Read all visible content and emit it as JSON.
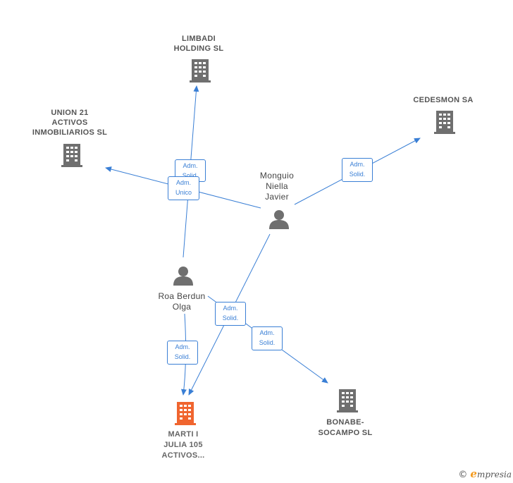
{
  "nodes": {
    "limbadi": {
      "label": "LIMBADI\nHOLDING  SL",
      "type": "company"
    },
    "union21": {
      "label": "UNION 21\nACTIVOS\nINMOBILIARIOS SL",
      "type": "company"
    },
    "cedesmon": {
      "label": "CEDESMON SA",
      "type": "company"
    },
    "monguio": {
      "label": "Monguio\nNiella\nJavier",
      "type": "person"
    },
    "roa": {
      "label": "Roa Berdun\nOlga",
      "type": "person"
    },
    "marti": {
      "label": "MARTI I\nJULIA 105\nACTIVOS...",
      "type": "company-focus"
    },
    "bonabe": {
      "label": "BONABE-\nSOCAMPO  SL",
      "type": "company"
    }
  },
  "edges": {
    "roa_limbadi": "Adm.\nSolid.",
    "roa_union21": "Adm.\nUnico",
    "monguio_cedesmon": "Adm.\nSolid.",
    "monguio_marti": "Adm.\nSolid.",
    "roa_bonabe": "Adm.\nSolid.",
    "roa_marti": "Adm.\nSolid."
  },
  "colors": {
    "edge": "#3a7fd5",
    "company_icon": "#6f6f6f",
    "focus_icon": "#f0652f",
    "person_icon": "#6f6f6f"
  },
  "brand": {
    "copyright": "©",
    "initial": "e",
    "rest": "mpresia"
  }
}
